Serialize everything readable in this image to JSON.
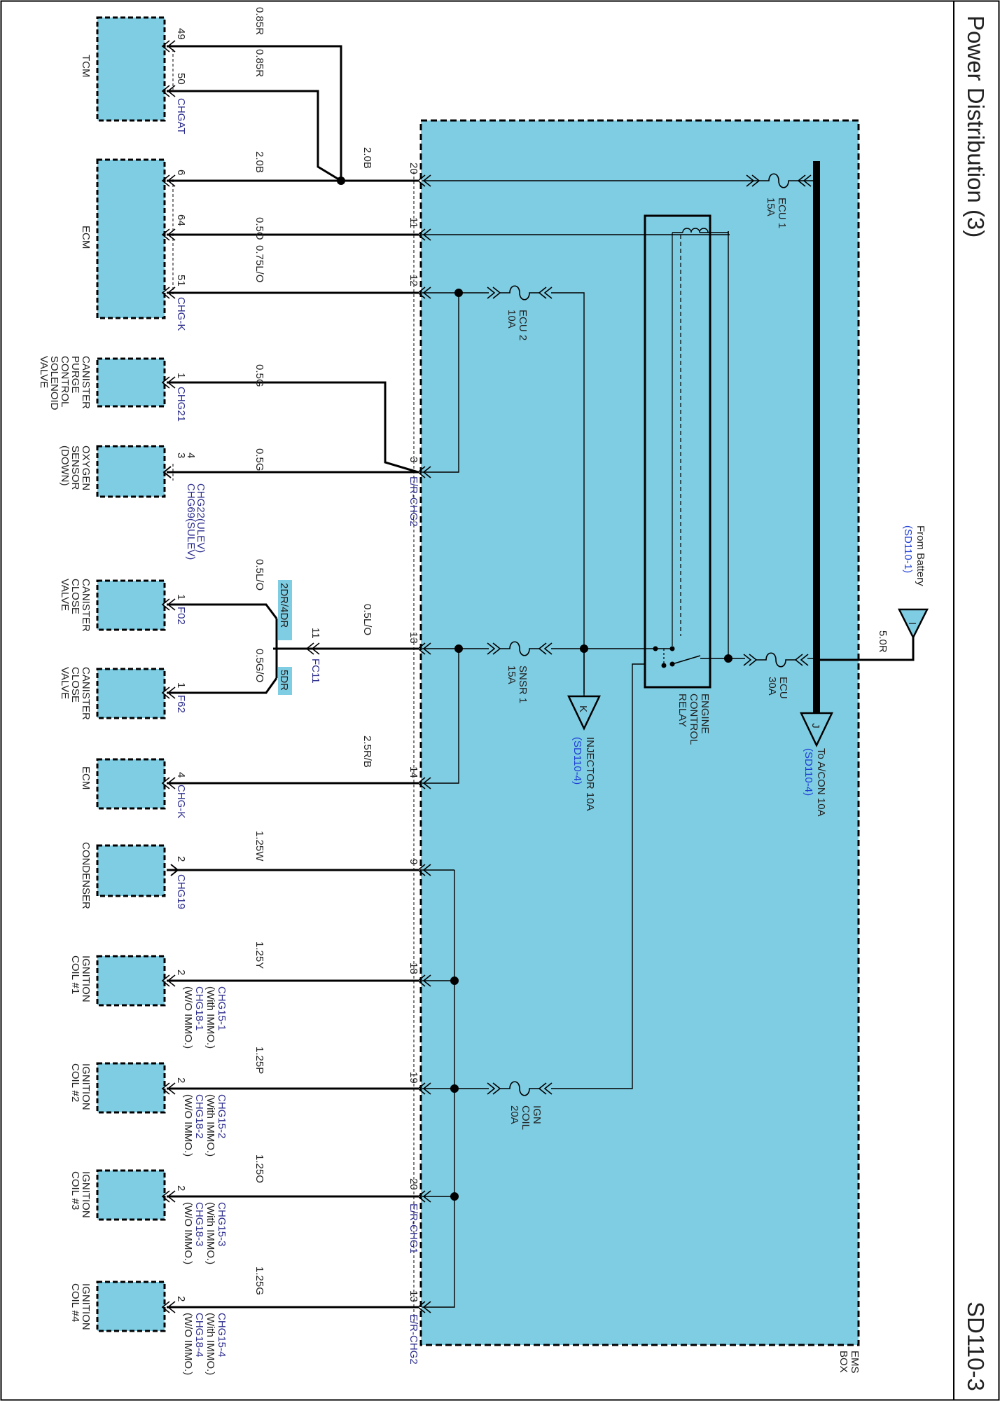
{
  "page": {
    "title": "Power Distribution (3)",
    "code": "SD110-3",
    "colors": {
      "box_fill": "#7fcde3",
      "wire": "#000000",
      "connector_text": "#2b2c8c",
      "ref_text": "#1f3fd6",
      "tag_fill": "#7fcde3"
    }
  },
  "ems_box": {
    "label": [
      "EMS",
      "BOX"
    ]
  },
  "components": {
    "tcm": "TCM",
    "ecm_top": "ECM",
    "purge_valve": [
      "CANISTER",
      "PURGE",
      "CONTROL",
      "SOLENOID",
      "VALVE"
    ],
    "oxygen_sensor": [
      "OXYGEN",
      "SENSOR",
      "(DOWN)"
    ],
    "close_valve_1": [
      "CANISTER",
      "CLOSE",
      "VALVE"
    ],
    "close_valve_2": [
      "CANISTER",
      "CLOSE",
      "VALVE"
    ],
    "ecm_bottom": "ECM",
    "condenser": "CONDENSER",
    "coil_1": [
      "IGNITION",
      "COIL #1"
    ],
    "coil_2": [
      "IGNITION",
      "COIL #2"
    ],
    "coil_3": [
      "IGNITION",
      "COIL #3"
    ],
    "coil_4": [
      "IGNITION",
      "COIL #4"
    ]
  },
  "pins": {
    "tcm_49": "49",
    "tcm_50": "50",
    "ecm_6": "6",
    "ecm_64": "64",
    "ecm_51": "51",
    "purge_1": "1",
    "oxy_4": "4",
    "oxy_3": "3",
    "cv1_1": "1",
    "cv2_1": "1",
    "ecm_4": "4",
    "cond_2": "2",
    "coil1_2": "2",
    "coil2_2": "2",
    "coil3_2": "2",
    "coil4_2": "2",
    "box_20a": "20",
    "box_11": "11",
    "box_12": "12",
    "box_3": "3",
    "box_13a": "13",
    "box_14": "14",
    "box_9": "9",
    "box_18": "18",
    "box_19": "19",
    "box_20b": "20",
    "box_13b": "13",
    "fc11_11": "11"
  },
  "connectors": {
    "chgat": "CHGAT",
    "chgk_1": "CHG-K",
    "chg21": "CHG21",
    "chg22": "CHG22(ULEV)",
    "chg69": "CHG69(SULEV)",
    "f02": "F02",
    "f62": "F62",
    "fc11": "FC11",
    "chgk_2": "CHG-K",
    "chg19": "CHG19",
    "erchg2_top": "E/R-CHG2",
    "erchg1": "E/R-CHG1",
    "erchg2_bottom": "E/R-CHG2"
  },
  "coil_connectors": [
    {
      "with": "CHG15-1",
      "with_note": "(With IMMO.)",
      "without": "CHG18-1",
      "without_note": "(W/O IMMO.)"
    },
    {
      "with": "CHG15-2",
      "with_note": "(With IMMO.)",
      "without": "CHG18-2",
      "without_note": "(W/O IMMO.)"
    },
    {
      "with": "CHG15-3",
      "with_note": "(With IMMO.)",
      "without": "CHG18-3",
      "without_note": "(W/O IMMO.)"
    },
    {
      "with": "CHG15-4",
      "with_note": "(With IMMO.)",
      "without": "CHG18-4",
      "without_note": "(W/O IMMO.)"
    }
  ],
  "wires": {
    "w_085r_a": "0.85R",
    "w_085r_b": "0.85R",
    "w_20b_ecm": "2.0B",
    "w_20b_main": "2.0B",
    "w_05o": "0.5O",
    "w_075lo": "0.75L/O",
    "w_05g_a": "0.5G",
    "w_05g_b": "0.5G",
    "w_05lo_a": "0.5L/O",
    "w_05go": "0.5G/O",
    "w_05lo_b": "0.5L/O",
    "w_25rb": "2.5R/B",
    "w_125w": "1.25W",
    "w_125y": "1.25Y",
    "w_125p": "1.25P",
    "w_125o": "1.25O",
    "w_125g": "1.25G",
    "w_50r": "5.0R"
  },
  "tags": {
    "dr24": "2DR/4DR",
    "dr5": "5DR"
  },
  "fuses": {
    "ecu1": [
      "ECU 1",
      "15A"
    ],
    "ecu2": [
      "ECU 2",
      "10A"
    ],
    "sensor1": [
      "SNSR 1",
      "15A"
    ],
    "ecu30": [
      "ECU",
      "30A"
    ],
    "ign_coil": [
      "IGN",
      "COIL",
      "20A"
    ]
  },
  "relay": {
    "label": [
      "ENGINE",
      "CONTROL",
      "RELAY"
    ]
  },
  "battery": {
    "letter": "I",
    "label": "From Battery",
    "ref": "(SD110-1)"
  },
  "injector": {
    "letter": "K",
    "label": "INJECTOR 10A",
    "ref": "(SD110-4)"
  },
  "aircon": {
    "letter": "J",
    "label": "To A/CON 10A",
    "ref": "(SD110-4)"
  }
}
